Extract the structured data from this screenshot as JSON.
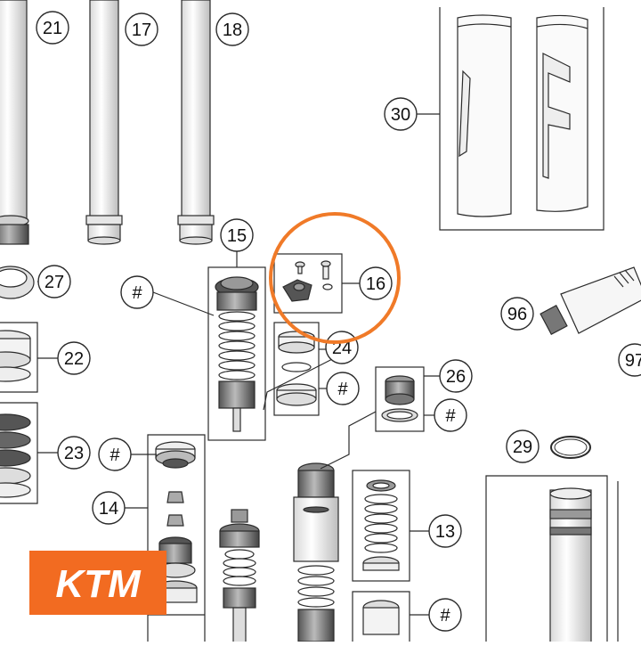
{
  "callouts": {
    "c21": "21",
    "c17": "17",
    "c18": "18",
    "c30": "30",
    "c15": "15",
    "c16": "16",
    "c27": "27",
    "c96": "96",
    "c97": "97",
    "c24": "24",
    "c22": "22",
    "c26": "26",
    "c23": "23",
    "c29": "29",
    "c14": "14",
    "c13": "13",
    "h_front": "#",
    "h_24": "#",
    "h_26": "#",
    "h_14": "#",
    "h_13": "#"
  },
  "logo": {
    "text": "KTM",
    "background": "#F26B21",
    "color": "#ffffff"
  },
  "colors": {
    "highlight_circle": "#F07A28",
    "line": "#2b2b2b"
  },
  "icons": {
    "logo": "ktm-logo",
    "highlight": "highlight-circle"
  }
}
